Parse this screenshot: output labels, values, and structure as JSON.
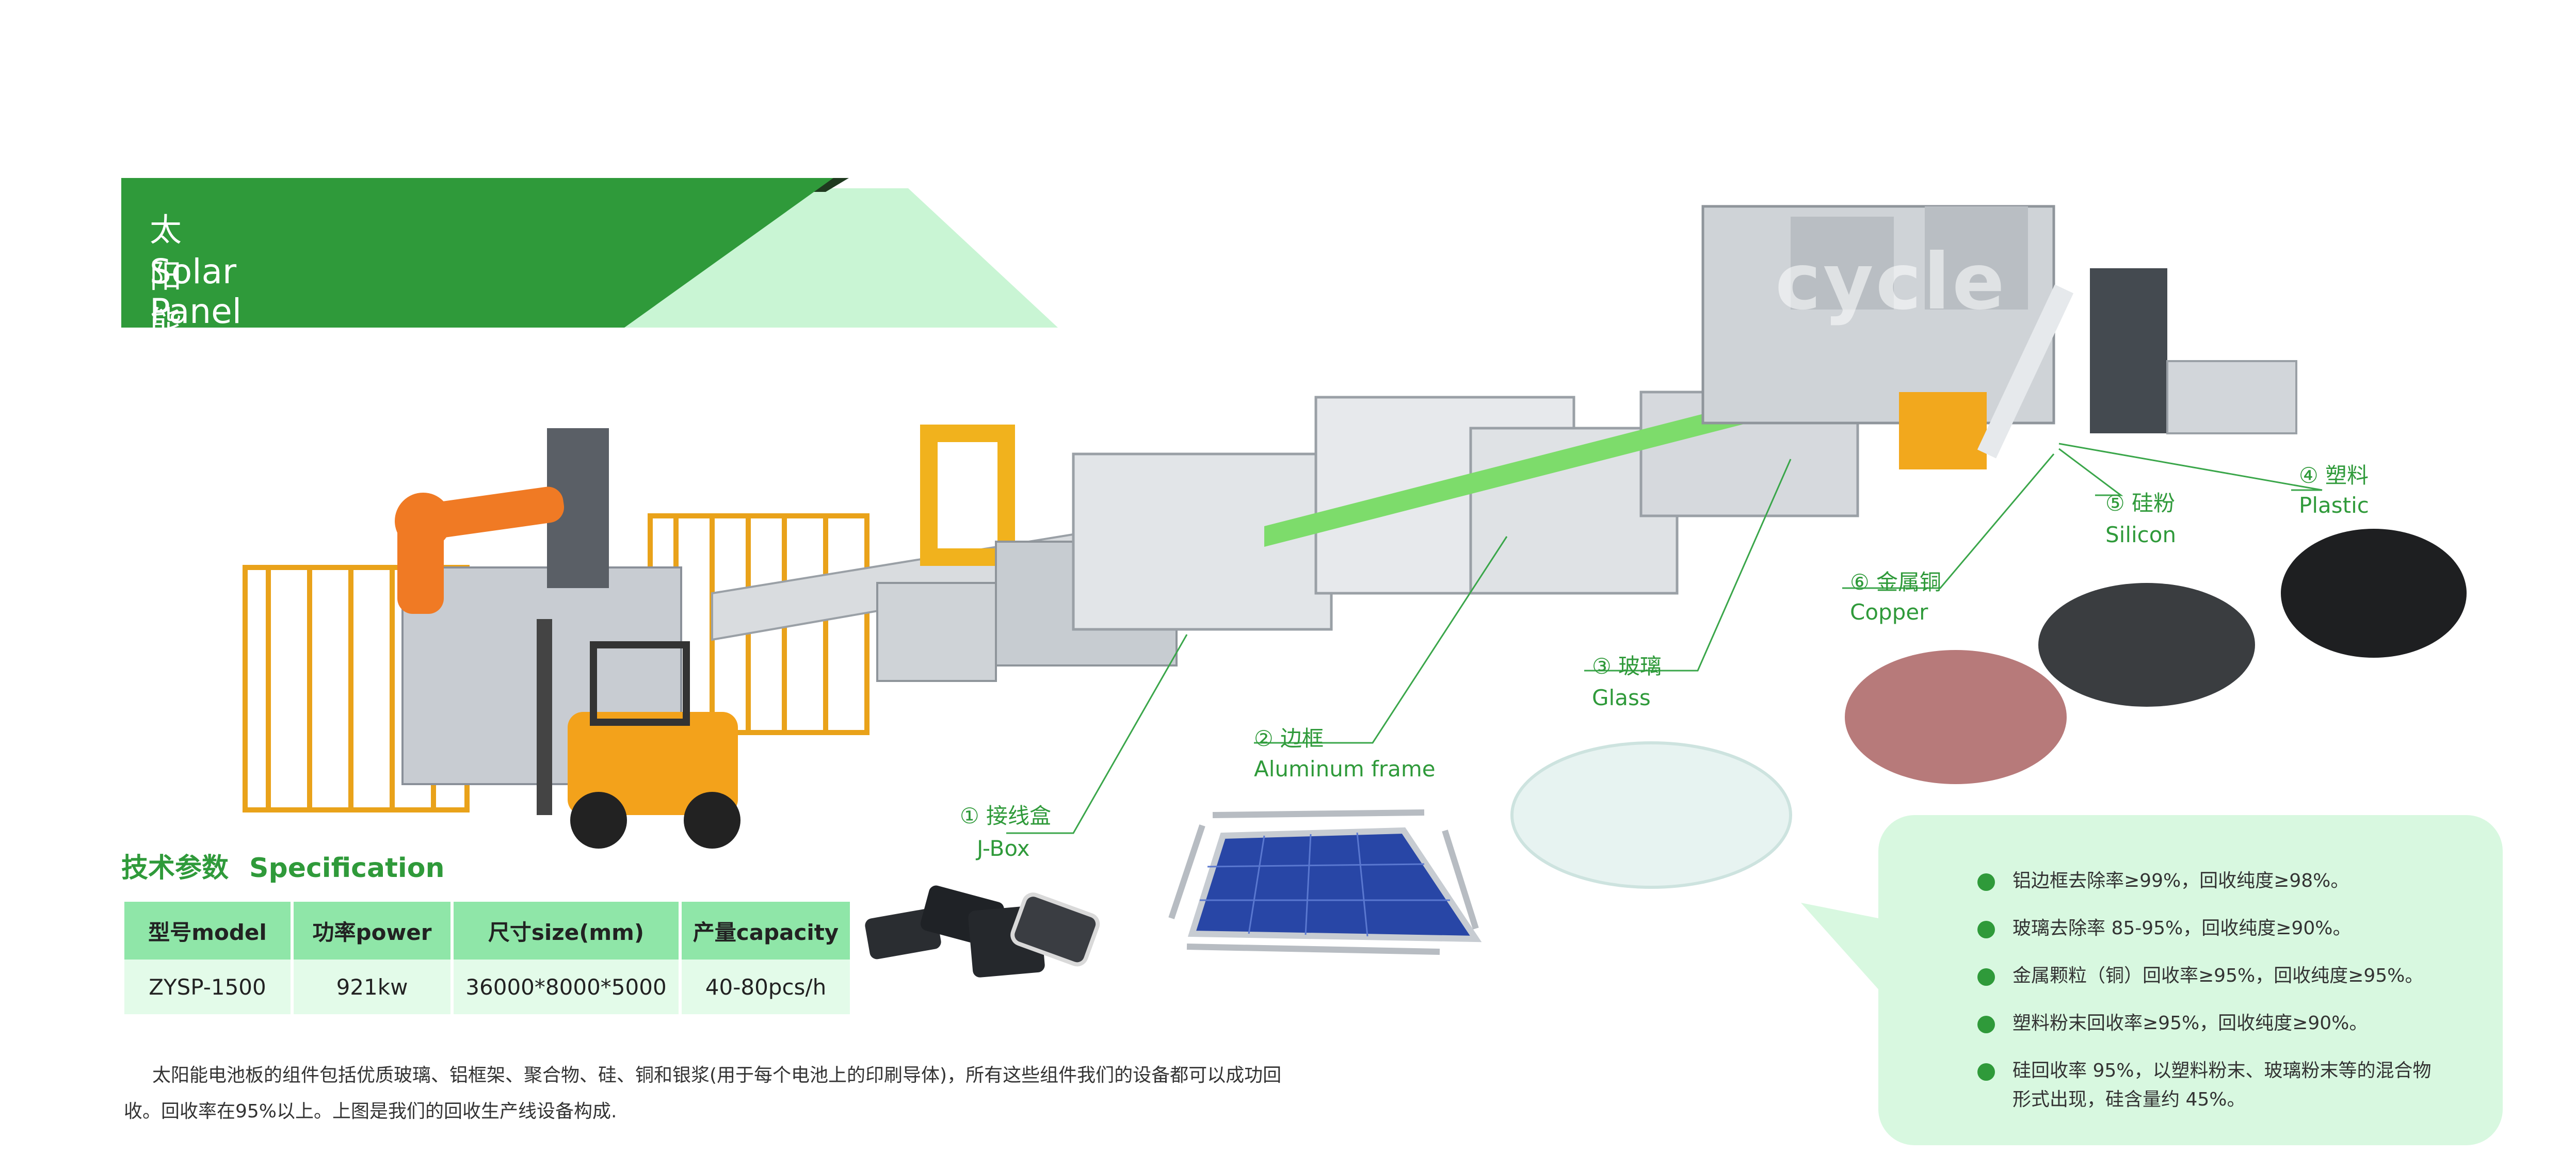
{
  "header": {
    "title_cn": "太阳能光伏板回收生产线展示",
    "title_en": "Solar Panel Recycling Plant"
  },
  "spec": {
    "heading_cn": "技术参数",
    "heading_en": "Specification",
    "columns": [
      "型号model",
      "功率power",
      "尺寸size(mm)",
      "产量capacity"
    ],
    "row": [
      "ZYSP-1500",
      "921kw",
      "36000*8000*5000",
      "40-80pcs/h"
    ]
  },
  "description": "太阳能电池板的组件包括优质玻璃、铝框架、聚合物、硅、铜和银浆(用于每个电池上的印刷导体)，所有这些组件我们的设备都可以成功回收。回收率在95%以上。上图是我们的回收生产线设备构成.",
  "products": [
    {
      "num": "①",
      "cn": "接线盒",
      "en": "J-Box"
    },
    {
      "num": "②",
      "cn": "边框",
      "en": "Aluminum frame"
    },
    {
      "num": "③",
      "cn": "玻璃",
      "en": "Glass"
    },
    {
      "num": "⑥",
      "cn": "金属铜",
      "en": "Copper"
    },
    {
      "num": "⑤",
      "cn": "硅粉",
      "en": "Silicon"
    },
    {
      "num": "④",
      "cn": "塑料",
      "en": "Plastic"
    }
  ],
  "info": [
    "铝边框去除率≥99%，回收纯度≥98%。",
    "玻璃去除率 85-95%，回收纯度≥90%。",
    "金属颗粒（铜）回收率≥95%，回收纯度≥95%。",
    "塑料粉末回收率≥95%，回收纯度≥90%。",
    "硅回收率 95%，以塑料粉末、玻璃粉末等的混合物形式出现，硅含量约 45%。"
  ],
  "watermark": "cycle",
  "colors": {
    "brand_green": "#2f9a3a",
    "light_green": "#d8f8e0",
    "header_light": "#c9f5d4"
  }
}
